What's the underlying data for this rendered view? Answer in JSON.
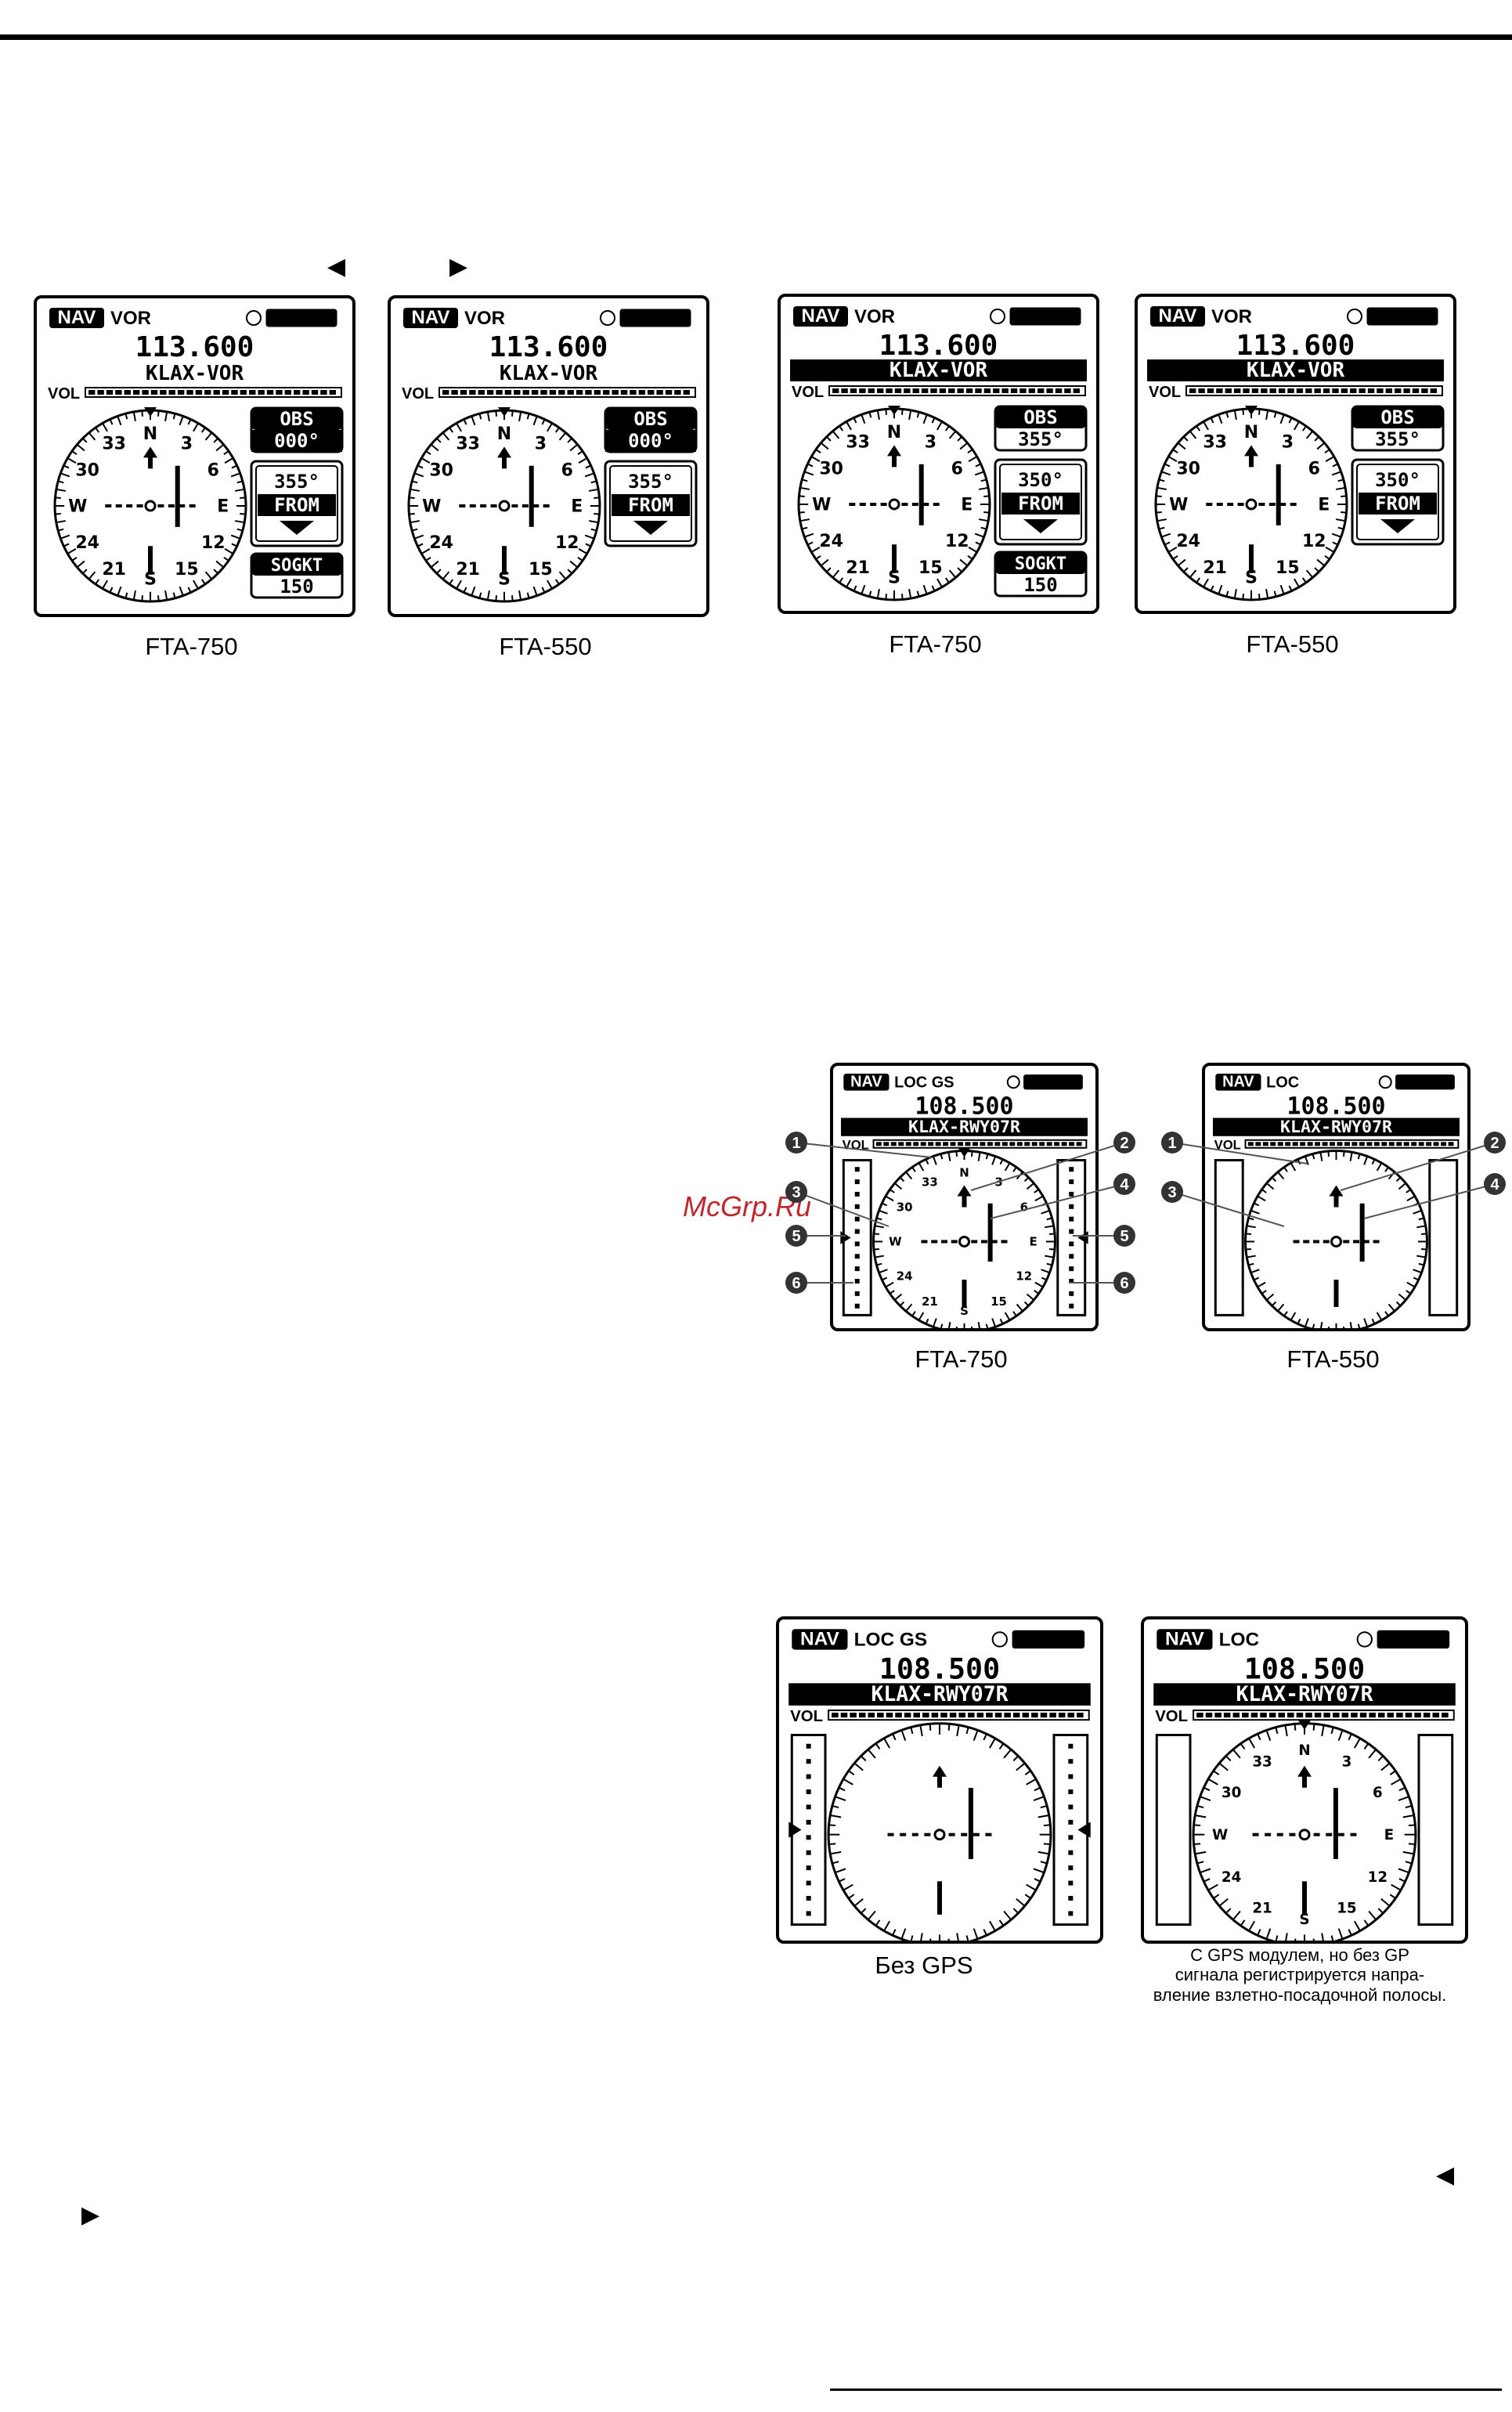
{
  "page": {
    "arrows": {
      "left": "◀",
      "right": "▶"
    },
    "watermark": "McGrp.Ru"
  },
  "panels": [
    {
      "caption": "FTA-750",
      "mode": "VOR",
      "freq": "113.600",
      "ident": "KLAX-VOR",
      "vol": "VOL",
      "obs_label": "OBS",
      "obs_value": "000°",
      "crs": "355°",
      "to_from": "FROM",
      "sog_label": "SOGKT",
      "sog_value": "150"
    },
    {
      "caption": "FTA-550",
      "mode": "VOR",
      "freq": "113.600",
      "ident": "KLAX-VOR",
      "vol": "VOL",
      "obs_label": "OBS",
      "obs_value": "000°",
      "crs": "355°",
      "to_from": "FROM"
    },
    {
      "caption": "FTA-750",
      "mode": "VOR",
      "freq": "113.600",
      "ident": "KLAX-VOR",
      "vol": "VOL",
      "obs_label": "OBS",
      "obs_value": "355°",
      "crs": "350°",
      "to_from": "FROM",
      "sog_label": "SOGKT",
      "sog_value": "150"
    },
    {
      "caption": "FTA-550",
      "mode": "VOR",
      "freq": "113.600",
      "ident": "KLAX-VOR",
      "vol": "VOL",
      "obs_label": "OBS",
      "obs_value": "355°",
      "crs": "350°",
      "to_from": "FROM"
    },
    {
      "caption": "FTA-750",
      "mode": "LOC GS",
      "freq": "108.500",
      "ident": "KLAX-RWY07R",
      "vol": "VOL"
    },
    {
      "caption": "FTA-550",
      "mode": "LOC",
      "freq": "108.500",
      "ident": "KLAX-RWY07R",
      "vol": "VOL"
    },
    {
      "caption": "Без GPS",
      "mode": "LOC GS",
      "freq": "108.500",
      "ident": "KLAX-RWY07R",
      "vol": "VOL"
    },
    {
      "caption": "С GPS модулем, но без GP\nсигнала  регистрируется  напра-\nвление взлетно-посадочной полосы.",
      "mode": "LOC",
      "freq": "108.500",
      "ident": "KLAX-RWY07R",
      "vol": "VOL"
    }
  ],
  "compass_labels": [
    "N",
    "3",
    "6",
    "E",
    "12",
    "15",
    "S",
    "21",
    "24",
    "W",
    "30",
    "33"
  ],
  "nav_badge": "NAV",
  "callouts": [
    "1",
    "2",
    "3",
    "4",
    "5",
    "6"
  ]
}
